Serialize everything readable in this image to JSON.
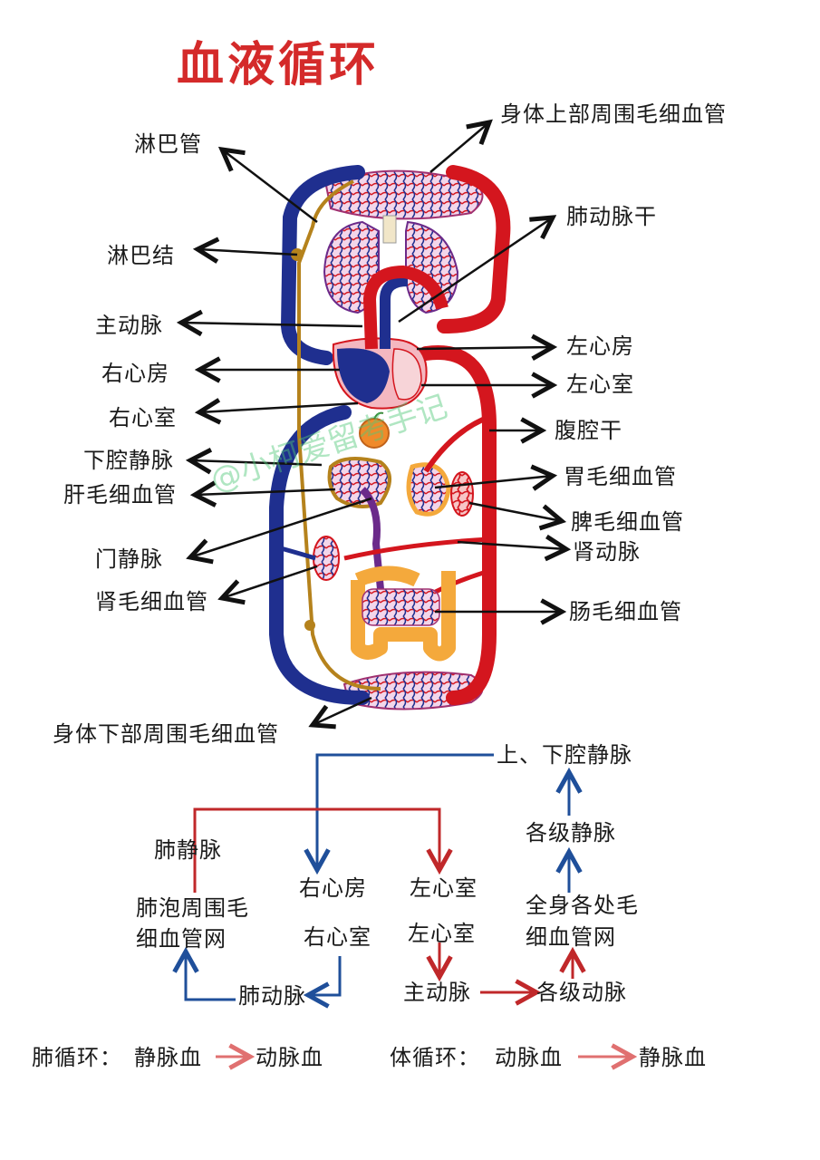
{
  "title": "血液循环",
  "watermark": "@小柯爱留考手记",
  "labels": {
    "lymph_duct": "淋巴管",
    "lymph_node": "淋巴结",
    "aorta": "主动脉",
    "right_atrium": "右心房",
    "right_ventricle": "右心室",
    "inferior_vena_cava": "下腔静脉",
    "liver_capillaries": "肝毛细血管",
    "portal_vein": "门静脉",
    "kidney_capillaries": "肾毛细血管",
    "lower_body_capillaries": "身体下部周围毛细血管",
    "upper_body_capillaries": "身体上部周围毛细血管",
    "pulmonary_trunk": "肺动脉干",
    "left_atrium": "左心房",
    "left_ventricle": "左心室",
    "celiac_trunk": "腹腔干",
    "stomach_capillaries": "胃毛细血管",
    "spleen_capillaries": "脾毛细血管",
    "renal_artery": "肾动脉",
    "intestine_capillaries": "肠毛细血管"
  },
  "flow": {
    "vena_cava": "上、下腔静脉",
    "pulmonary_vein": "肺静脉",
    "alveolar_capillaries_l1": "肺泡周围毛",
    "alveolar_capillaries_l2": "细血管网",
    "right_atrium": "右心房",
    "right_ventricle": "右心室",
    "pulmonary_artery": "肺动脉",
    "left_atrium": "左心室",
    "left_ventricle": "左心室",
    "aorta": "主动脉",
    "arteries_all_levels": "各级动脉",
    "body_capillaries_l1": "全身各处毛",
    "body_capillaries_l2": "细血管网",
    "veins_all_levels": "各级静脉"
  },
  "legend": {
    "pulmonary_label": "肺循环：",
    "pulmonary_from": "静脉血",
    "pulmonary_to": "动脉血",
    "systemic_label": "体循环：",
    "systemic_from": "动脉血",
    "systemic_to": "静脉血"
  },
  "colors": {
    "artery": "#d4161e",
    "vein": "#1f2f8f",
    "lymph": "#b5821c",
    "intestine": "#f4a93c",
    "title": "#d42a2a",
    "flow_red": "#c0282a",
    "flow_blue": "#1f4f9a",
    "legend_arrow": "#e07070"
  }
}
